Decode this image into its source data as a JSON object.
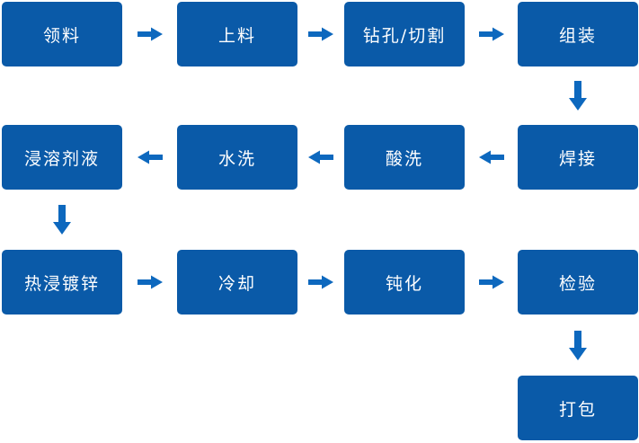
{
  "diagram": {
    "type": "flowchart",
    "title": "",
    "colors": {
      "node_fill": "#0A5AA8",
      "arrow_fill": "#0D68BE",
      "text": "#FFFFFF",
      "background": "#FFFFFF"
    },
    "nodes": [
      {
        "id": "lingliao",
        "label": "领料",
        "row": 0,
        "col": 0
      },
      {
        "id": "shangliao",
        "label": "上料",
        "row": 0,
        "col": 1
      },
      {
        "id": "zuankong",
        "label": "钻孔/切割",
        "row": 0,
        "col": 2
      },
      {
        "id": "zuzhuang",
        "label": "组装",
        "row": 0,
        "col": 3
      },
      {
        "id": "hanjie",
        "label": "焊接",
        "row": 1,
        "col": 3
      },
      {
        "id": "suanxi",
        "label": "酸洗",
        "row": 1,
        "col": 2
      },
      {
        "id": "shuixi",
        "label": "水洗",
        "row": 1,
        "col": 1
      },
      {
        "id": "jinrongjiye",
        "label": "浸溶剂液",
        "row": 1,
        "col": 0
      },
      {
        "id": "rejinduxin",
        "label": "热浸镀锌",
        "row": 2,
        "col": 0
      },
      {
        "id": "lengque",
        "label": "冷却",
        "row": 2,
        "col": 1
      },
      {
        "id": "dunhua",
        "label": "钝化",
        "row": 2,
        "col": 2
      },
      {
        "id": "jianyan",
        "label": "检验",
        "row": 2,
        "col": 3
      },
      {
        "id": "dabao",
        "label": "打包",
        "row": 3,
        "col": 3
      }
    ],
    "edges": [
      {
        "from": "lingliao",
        "to": "shangliao",
        "dir": "right"
      },
      {
        "from": "shangliao",
        "to": "zuankong",
        "dir": "right"
      },
      {
        "from": "zuankong",
        "to": "zuzhuang",
        "dir": "right"
      },
      {
        "from": "zuzhuang",
        "to": "hanjie",
        "dir": "down"
      },
      {
        "from": "hanjie",
        "to": "suanxi",
        "dir": "left"
      },
      {
        "from": "suanxi",
        "to": "shuixi",
        "dir": "left"
      },
      {
        "from": "shuixi",
        "to": "jinrongjiye",
        "dir": "left"
      },
      {
        "from": "jinrongjiye",
        "to": "rejinduxin",
        "dir": "down"
      },
      {
        "from": "rejinduxin",
        "to": "lengque",
        "dir": "right"
      },
      {
        "from": "lengque",
        "to": "dunhua",
        "dir": "right"
      },
      {
        "from": "dunhua",
        "to": "jianyan",
        "dir": "right"
      },
      {
        "from": "jianyan",
        "to": "dabao",
        "dir": "down"
      }
    ]
  }
}
